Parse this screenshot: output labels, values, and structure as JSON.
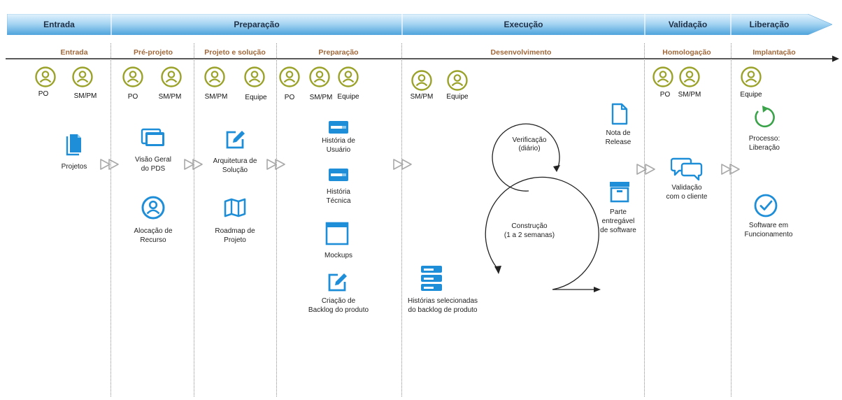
{
  "phases": [
    "Entrada",
    "Preparação",
    "Execução",
    "Validação",
    "Liberação"
  ],
  "subphases": [
    "Entrada",
    "Pré-projeto",
    "Projeto e solução",
    "Preparação",
    "Desenvolvimento",
    "Homologação",
    "Implantação"
  ],
  "roles": {
    "entrada": [
      "PO",
      "SM/PM"
    ],
    "preprojeto": [
      "PO",
      "SM/PM"
    ],
    "projeto": [
      "SM/PM",
      "Equipe"
    ],
    "preparacao": [
      "PO",
      "SM/PM",
      "Equipe"
    ],
    "desenvolvimento": [
      "SM/PM",
      "Equipe"
    ],
    "homologacao": [
      "PO",
      "SM/PM"
    ],
    "implantacao": [
      "Equipe"
    ]
  },
  "artifacts": {
    "projetos": "Projetos",
    "visao_1": "Visão Geral",
    "visao_2": "do PDS",
    "alocacao_1": "Alocação de",
    "alocacao_2": "Recurso",
    "arquitetura_1": "Arquitetura de",
    "arquitetura_2": "Solução",
    "roadmap_1": "Roadmap de",
    "roadmap_2": "Projeto",
    "historia_usuario_1": "História de",
    "historia_usuario_2": "Usuário",
    "historia_tecnica_1": "História",
    "historia_tecnica_2": "Técnica",
    "mockups": "Mockups",
    "backlog_1": "Criação de",
    "backlog_2": "Backlog do produto",
    "verificacao_1": "Verificação",
    "verificacao_2": "(diário)",
    "construcao_1": "Construção",
    "construcao_2": "(1 a 2 semanas)",
    "selecionadas_1": "Histórias selecionadas",
    "selecionadas_2": "do backlog de produto",
    "nota_1": "Nota de",
    "nota_2": "Release",
    "parte_1": "Parte",
    "parte_2": "entregável",
    "parte_3": "de software",
    "validacao_1": "Validação",
    "validacao_2": "com o cliente",
    "processo_1": "Processo:",
    "processo_2": "Liberação",
    "software_1": "Software em",
    "software_2": "Funcionamento"
  },
  "colors": {
    "banner_light": "#d6ecfa",
    "banner_dark": "#4fa6df",
    "person": "#9aa22a",
    "icon_blue": "#1e8ed8",
    "icon_green": "#3aa34a",
    "subphase_text": "#a0683a"
  }
}
